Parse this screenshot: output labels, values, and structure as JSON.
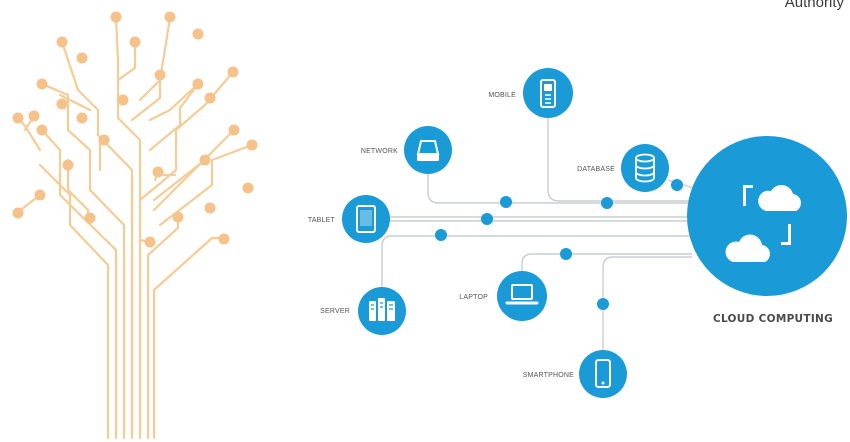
{
  "corner_text": "Authority",
  "hub": {
    "label": "CLOUD COMPUTING",
    "icon": "cloud-sync-icon"
  },
  "nodes": [
    {
      "key": "mobile",
      "label": "MOBILE",
      "icon": "feature-phone-icon"
    },
    {
      "key": "network",
      "label": "NETWORK",
      "icon": "network-drive-icon"
    },
    {
      "key": "database",
      "label": "DATABASE",
      "icon": "database-icon"
    },
    {
      "key": "tablet",
      "label": "TABLET",
      "icon": "tablet-icon"
    },
    {
      "key": "server",
      "label": "SERVER",
      "icon": "server-icon"
    },
    {
      "key": "laptop",
      "label": "LAPTOP",
      "icon": "laptop-icon"
    },
    {
      "key": "smartphone",
      "label": "SMARTPHONE",
      "icon": "smartphone-icon"
    }
  ],
  "colors": {
    "accent": "#1a9ad6",
    "line": "#c9ced2",
    "tree": "#f5cc96",
    "tree_dot": "#f4c28a",
    "text": "#555555"
  }
}
